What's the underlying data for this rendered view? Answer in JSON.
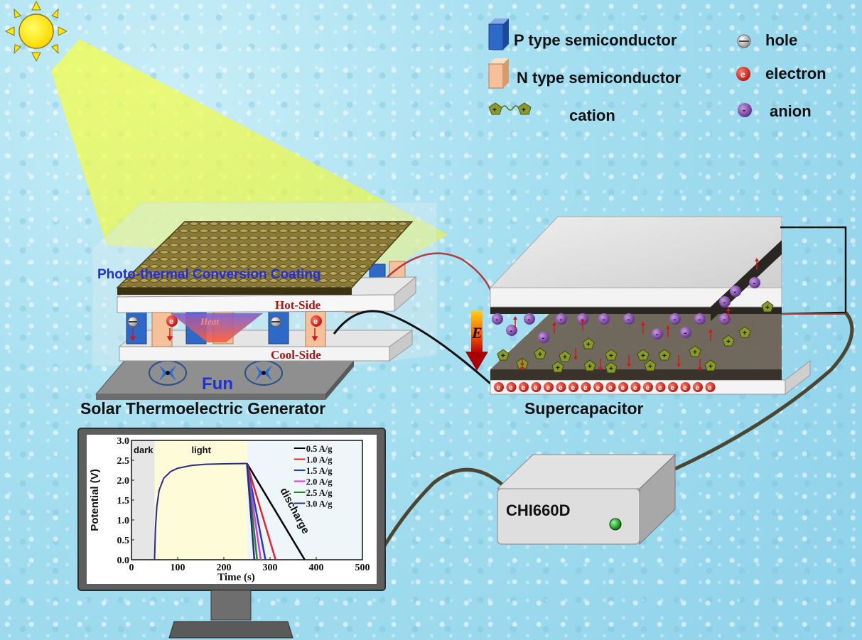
{
  "legend": {
    "p_type": "P type semiconductor",
    "n_type": "N type semiconductor",
    "cation": "cation",
    "hole": "hole",
    "electron": "electron",
    "anion": "anion"
  },
  "teg": {
    "coating_label": "Photo-thermal Conversion Coating",
    "hot_side": "Hot-Side",
    "cool_side": "Cool-Side",
    "heat": "Heat",
    "fan": "Fun",
    "title": "Solar Thermoelectric Generator"
  },
  "supercap": {
    "title": "Supercapacitor",
    "field": "E"
  },
  "instrument": {
    "label": "CHI660D"
  },
  "chart_data": {
    "type": "line",
    "xlabel": "Time (s)",
    "ylabel": "Potential (V)",
    "xlim": [
      0,
      500
    ],
    "ylim": [
      0,
      3.0
    ],
    "xticks": [
      "0",
      "100",
      "200",
      "300",
      "400",
      "500"
    ],
    "yticks": [
      "0.0",
      "0.5",
      "1.0",
      "1.5",
      "2.0",
      "2.5",
      "3.0"
    ],
    "regions": [
      {
        "label": "dark",
        "x": [
          0,
          50
        ]
      },
      {
        "label": "light",
        "x": [
          50,
          250
        ]
      }
    ],
    "annotation": "discharge",
    "series": [
      {
        "name": "0.5 A/g",
        "color": "#000000",
        "discharge_end": 375
      },
      {
        "name": "1.0 A/g",
        "color": "#e8232b",
        "discharge_end": 312
      },
      {
        "name": "1.5 A/g",
        "color": "#1f3cd6",
        "discharge_end": 290
      },
      {
        "name": "2.0 A/g",
        "color": "#e233d8",
        "discharge_end": 280
      },
      {
        "name": "2.5 A/g",
        "color": "#1a8a2a",
        "discharge_end": 272
      },
      {
        "name": "3.0 A/g",
        "color": "#2a2a8a",
        "discharge_end": 266
      }
    ],
    "charge_curve": [
      [
        50,
        0
      ],
      [
        52,
        0.8
      ],
      [
        55,
        1.35
      ],
      [
        60,
        1.75
      ],
      [
        70,
        2.05
      ],
      [
        85,
        2.22
      ],
      [
        100,
        2.3
      ],
      [
        130,
        2.37
      ],
      [
        160,
        2.4
      ],
      [
        200,
        2.41
      ],
      [
        250,
        2.42
      ]
    ]
  }
}
